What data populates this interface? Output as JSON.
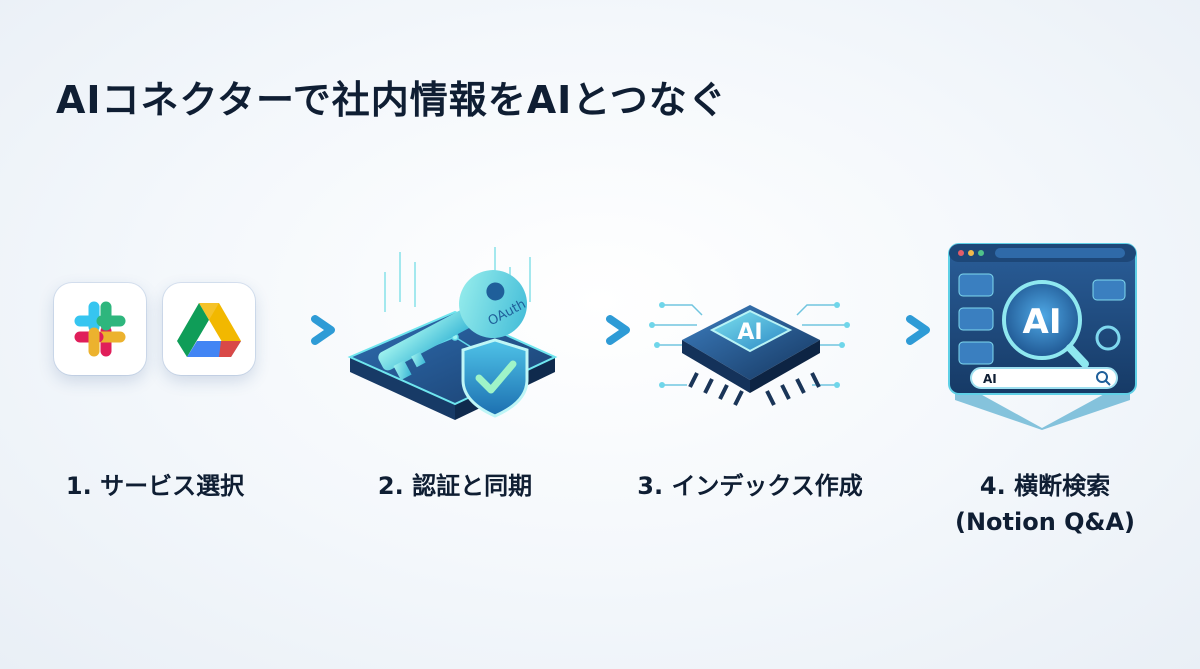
{
  "title": "AIコネクターで社内情報をAIとつなぐ",
  "steps": [
    {
      "label": "1. サービス選択"
    },
    {
      "label": "2. 認証と同期"
    },
    {
      "label": "3. インデックス作成"
    },
    {
      "label_line1": "4. 横断検索",
      "label_line2": "(Notion Q&A)"
    }
  ],
  "icons": {
    "key_text": "OAuth",
    "chip_text": "AI",
    "browser_badge": "AI",
    "search_value": "AI"
  },
  "colors": {
    "accent": "#2e9bd6",
    "teal": "#36c6c9",
    "dark": "#0f1e33"
  }
}
